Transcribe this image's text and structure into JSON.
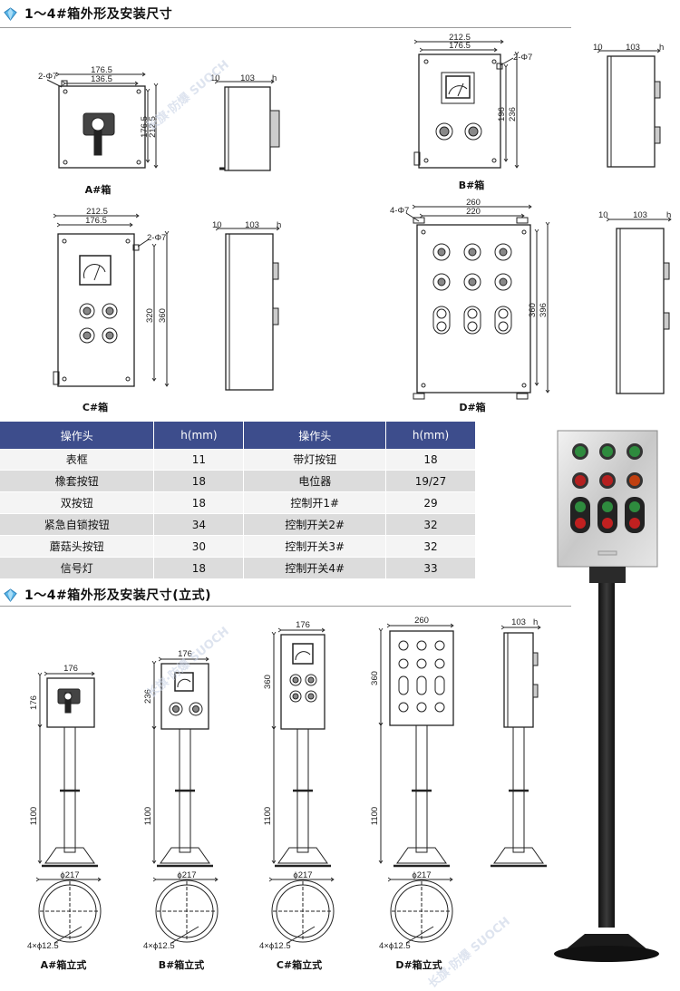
{
  "section1": {
    "title": "1～4#箱外形及安装尺寸"
  },
  "section2": {
    "title": "1～4#箱外形及安装尺寸(立式)"
  },
  "boxes": {
    "a": {
      "caption": "A#箱",
      "w_outer": "176.5",
      "w_inner": "136.5",
      "hole": "2-Φ7",
      "h_inner": "176.5",
      "h_outer": "212.5",
      "side_a": "10",
      "side_b": "103",
      "side_h": "h"
    },
    "b": {
      "caption": "B#箱",
      "w_outer": "212.5",
      "w_inner": "176.5",
      "hole": "2-Φ7",
      "h_inner": "196",
      "h_outer": "236",
      "side_a": "10",
      "side_b": "103",
      "side_h": "h"
    },
    "c": {
      "caption": "C#箱",
      "w_outer": "212.5",
      "w_inner": "176.5",
      "hole": "2-Φ7",
      "h_inner": "320",
      "h_outer": "360",
      "side_a": "10",
      "side_b": "103",
      "side_h": "h"
    },
    "d": {
      "caption": "D#箱",
      "w_outer": "260",
      "w_inner": "220",
      "hole": "4-Φ7",
      "h_inner": "360",
      "h_outer": "396",
      "side_a": "10",
      "side_b": "103",
      "side_h": "h"
    }
  },
  "table": {
    "headers": [
      "操作头",
      "h(mm)",
      "操作头",
      "h(mm)"
    ],
    "rows": [
      [
        "表框",
        "11",
        "带灯按钮",
        "18"
      ],
      [
        "橡套按钮",
        "18",
        "电位器",
        "19/27"
      ],
      [
        "双按钮",
        "18",
        "控制开1#",
        "29"
      ],
      [
        "紧急自锁按钮",
        "34",
        "控制开关2#",
        "32"
      ],
      [
        "蘑菇头按钮",
        "30",
        "控制开关3#",
        "32"
      ],
      [
        "信号灯",
        "18",
        "控制开关4#",
        "33"
      ]
    ]
  },
  "stands": {
    "a": {
      "caption": "A#箱立式",
      "width": "176",
      "height": "176",
      "pole": "1100",
      "base": "ϕ217",
      "holes": "4×ϕ12.5"
    },
    "b": {
      "caption": "B#箱立式",
      "width": "176",
      "height": "236",
      "pole": "1100",
      "base": "ϕ217",
      "holes": "4×ϕ12.5"
    },
    "c": {
      "caption": "C#箱立式",
      "width": "176",
      "height": "360",
      "pole": "1100",
      "base": "ϕ217",
      "holes": "4×ϕ12.5"
    },
    "d": {
      "caption": "D#箱立式",
      "width": "260",
      "height": "360",
      "pole": "1100",
      "base": "ϕ217",
      "holes": "4×ϕ12.5"
    },
    "side": {
      "depth": "103",
      "h": "h"
    }
  },
  "watermark": {
    "brand": "长旗·防爆",
    "latin": "SUOCH"
  },
  "colors": {
    "accent": "#3d4d8c",
    "gem": "#5bb6e8",
    "line": "#222222"
  }
}
